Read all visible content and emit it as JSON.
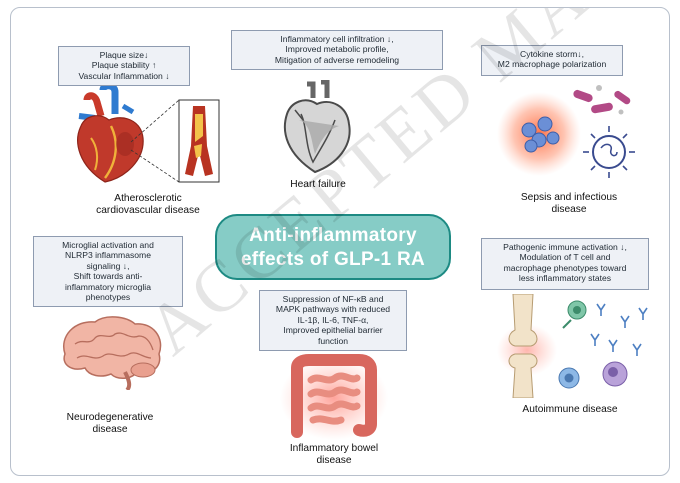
{
  "center_title": {
    "line1": "Anti-inflammatory",
    "line2": "effects of GLP-1 RA"
  },
  "panels": {
    "ascvd": {
      "effects": [
        "Plaque size↓",
        "Plaque stability ↑",
        "Vascular Inflammation ↓"
      ],
      "label": [
        "Atherosclerotic",
        "cardiovascular disease"
      ]
    },
    "heart_failure": {
      "effects": [
        "Inflammatory cell infiltration ↓,",
        "Improved metabolic profile,",
        "Mitigation of adverse remodeling"
      ],
      "label": [
        "Heart failure"
      ]
    },
    "sepsis": {
      "effects": [
        "Cytokine storm↓,",
        "M2 macrophage polarization"
      ],
      "label": [
        "Sepsis and infectious",
        "disease"
      ]
    },
    "neuro": {
      "effects": [
        "Microglial activation and",
        "NLRP3 inflammasome",
        "signaling ↓,",
        "Shift towards anti-",
        "inflammatory microglia",
        "phenotypes"
      ],
      "label": [
        "Neurodegenerative",
        "disease"
      ]
    },
    "ibd": {
      "effects": [
        "Suppression of NF-κB and",
        "MAPK pathways with reduced",
        "IL-1β, IL-6, TNF-α,",
        "Improved epithelial barrier",
        "function"
      ],
      "label": [
        "Inflammatory bowel",
        "disease"
      ]
    },
    "autoimmune": {
      "effects": [
        "Pathogenic immune activation ↓,",
        "Modulation of T cell and",
        "macrophage phenotypes toward",
        "less inflammatory states"
      ],
      "label": [
        "Autoimmune disease"
      ]
    }
  },
  "watermark": "ACCEPTED MANUSCRIPT",
  "colors": {
    "center_fill": "#86ccc6",
    "center_border": "#1d8a83",
    "box_fill": "#eef1f6",
    "box_border": "#8e9bb0"
  }
}
